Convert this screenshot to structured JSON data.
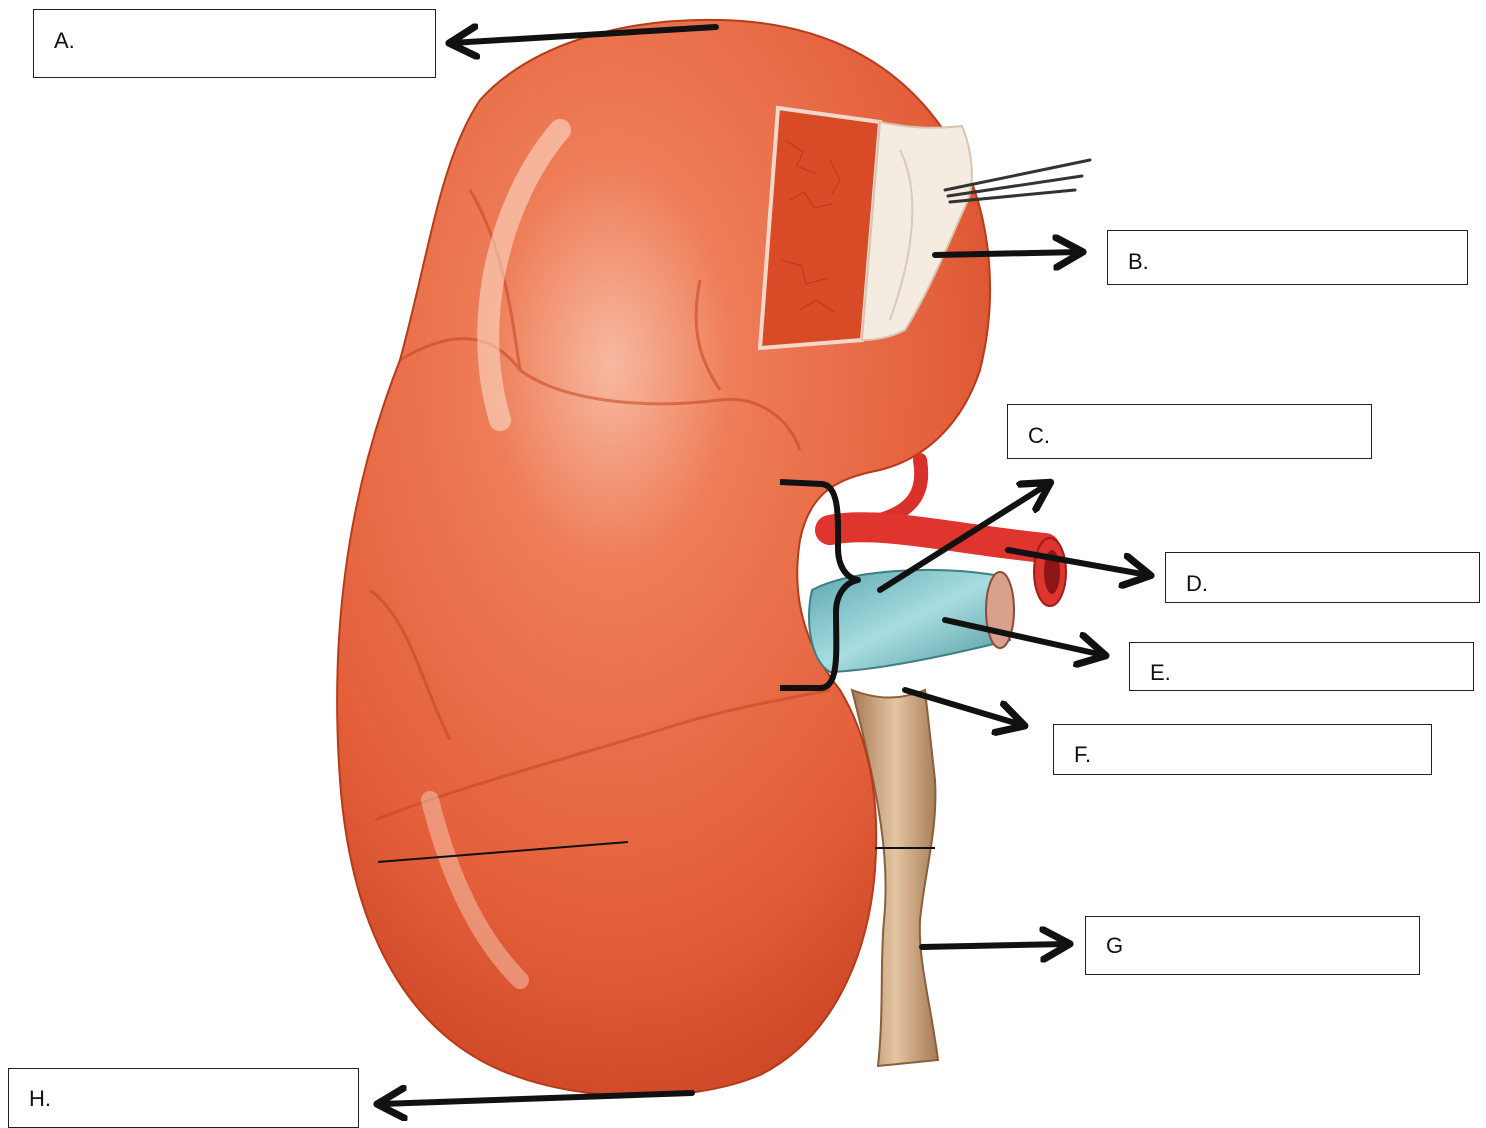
{
  "labels": {
    "a": "A.",
    "b": "B.",
    "c": "C.",
    "d": "D.",
    "e": "E.",
    "f": "F.",
    "g": "G",
    "h": "H."
  },
  "colors": {
    "kidney": "#e8643f",
    "kidney_dark": "#c7421f",
    "artery": "#e0342e",
    "vein": "#7fc3c8",
    "ureter": "#c8a27a",
    "capsule": "#f3ece2",
    "arrow": "#111111"
  }
}
